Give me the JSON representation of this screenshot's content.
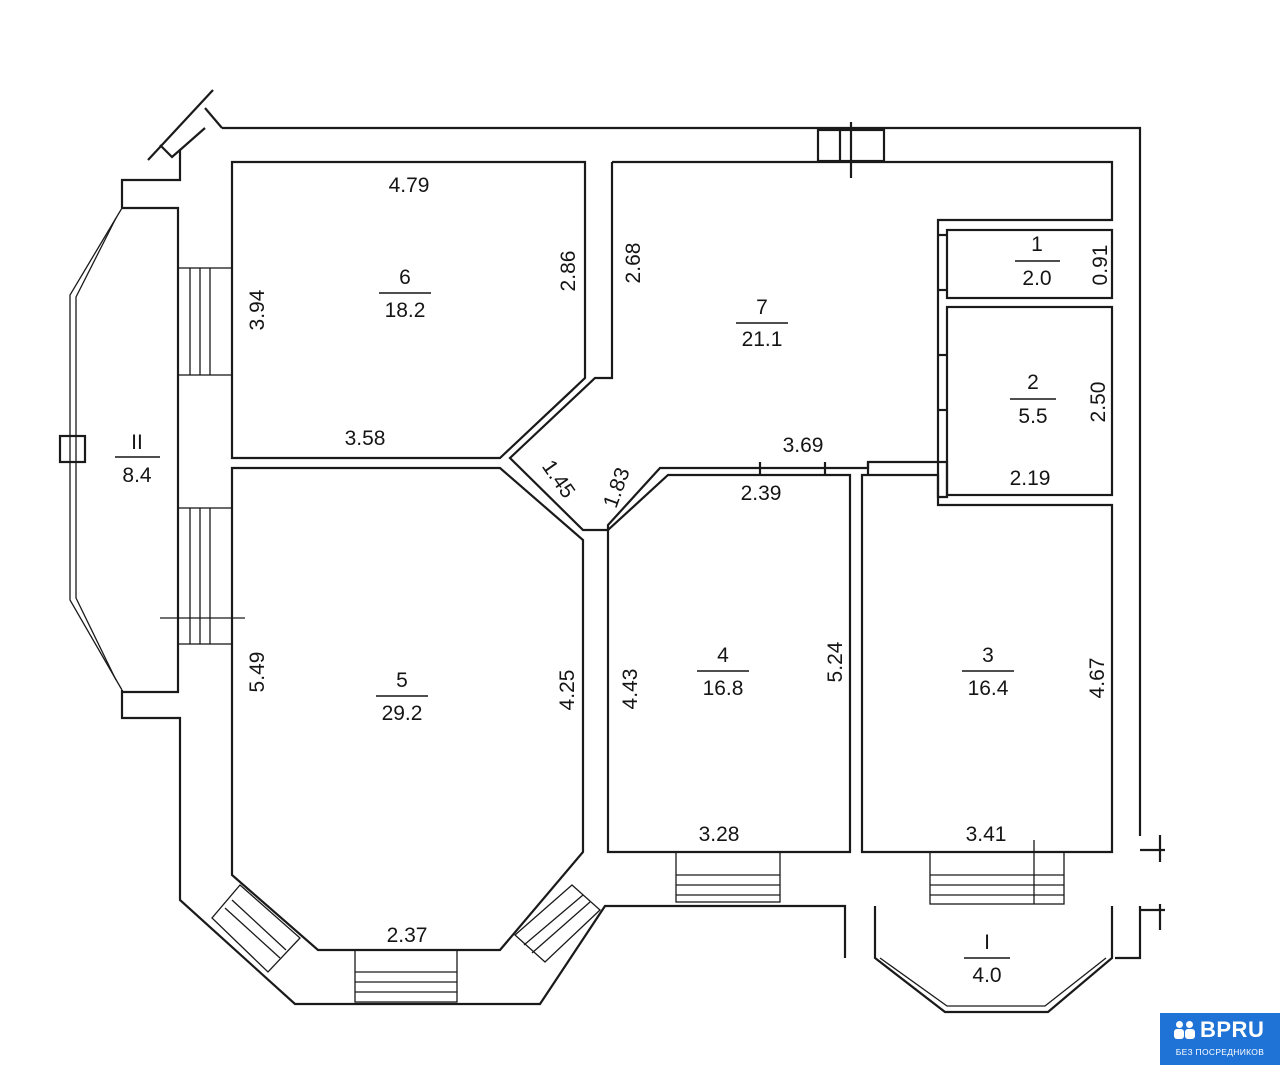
{
  "rooms": [
    {
      "number": "1",
      "area": "2.0"
    },
    {
      "number": "2",
      "area": "5.5"
    },
    {
      "number": "3",
      "area": "16.4"
    },
    {
      "number": "4",
      "area": "16.8"
    },
    {
      "number": "5",
      "area": "29.2"
    },
    {
      "number": "6",
      "area": "18.2"
    },
    {
      "number": "7",
      "area": "21.1"
    },
    {
      "number": "II",
      "area": "8.4"
    },
    {
      "number": "I",
      "area": "4.0"
    }
  ],
  "dimensions": {
    "r6_top": "4.79",
    "r6_left": "3.94",
    "r6_right": "2.86",
    "r6_bottom": "3.58",
    "r7_left": "2.68",
    "r7_bottom": "3.69",
    "r7_door_a": "1.45",
    "r7_door_b": "1.83",
    "r1_side": "0.91",
    "r2_side": "2.50",
    "r2_bottom": "2.19",
    "r4_top": "2.39",
    "r4_left": "4.43",
    "r4_right": "5.24",
    "r4_bottom": "3.28",
    "r3_right": "4.67",
    "r3_bottom": "3.41",
    "r5_left": "5.49",
    "r5_right": "4.25",
    "r5_bottom": "2.37"
  },
  "watermark": {
    "brand": "BPRU",
    "tagline": "БЕЗ ПОСРЕДНИКОВ",
    "color": "#1f73d6"
  }
}
